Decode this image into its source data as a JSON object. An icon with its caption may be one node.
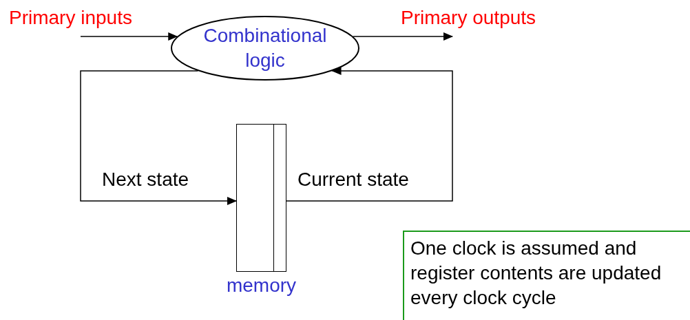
{
  "diagram": {
    "nodes": [
      {
        "text": [
          "Combinational logic"
        ]
      },
      {
        "text": [
          "memory"
        ]
      },
      {
        "text": [
          "One clock is assumed and register contents are updated every clock cycle"
        ]
      }
    ],
    "edges": [
      {
        "from": null,
        "to": 0,
        "arrow": "to",
        "label": "Primary inputs"
      },
      {
        "from": 0,
        "to": null,
        "arrow": "to",
        "label": "Primary outputs"
      },
      {
        "from": 0,
        "to": 1,
        "arrow": "to",
        "label": "Next state"
      },
      {
        "from": 1,
        "to": 0,
        "arrow": "to",
        "label": "Current state"
      }
    ]
  }
}
